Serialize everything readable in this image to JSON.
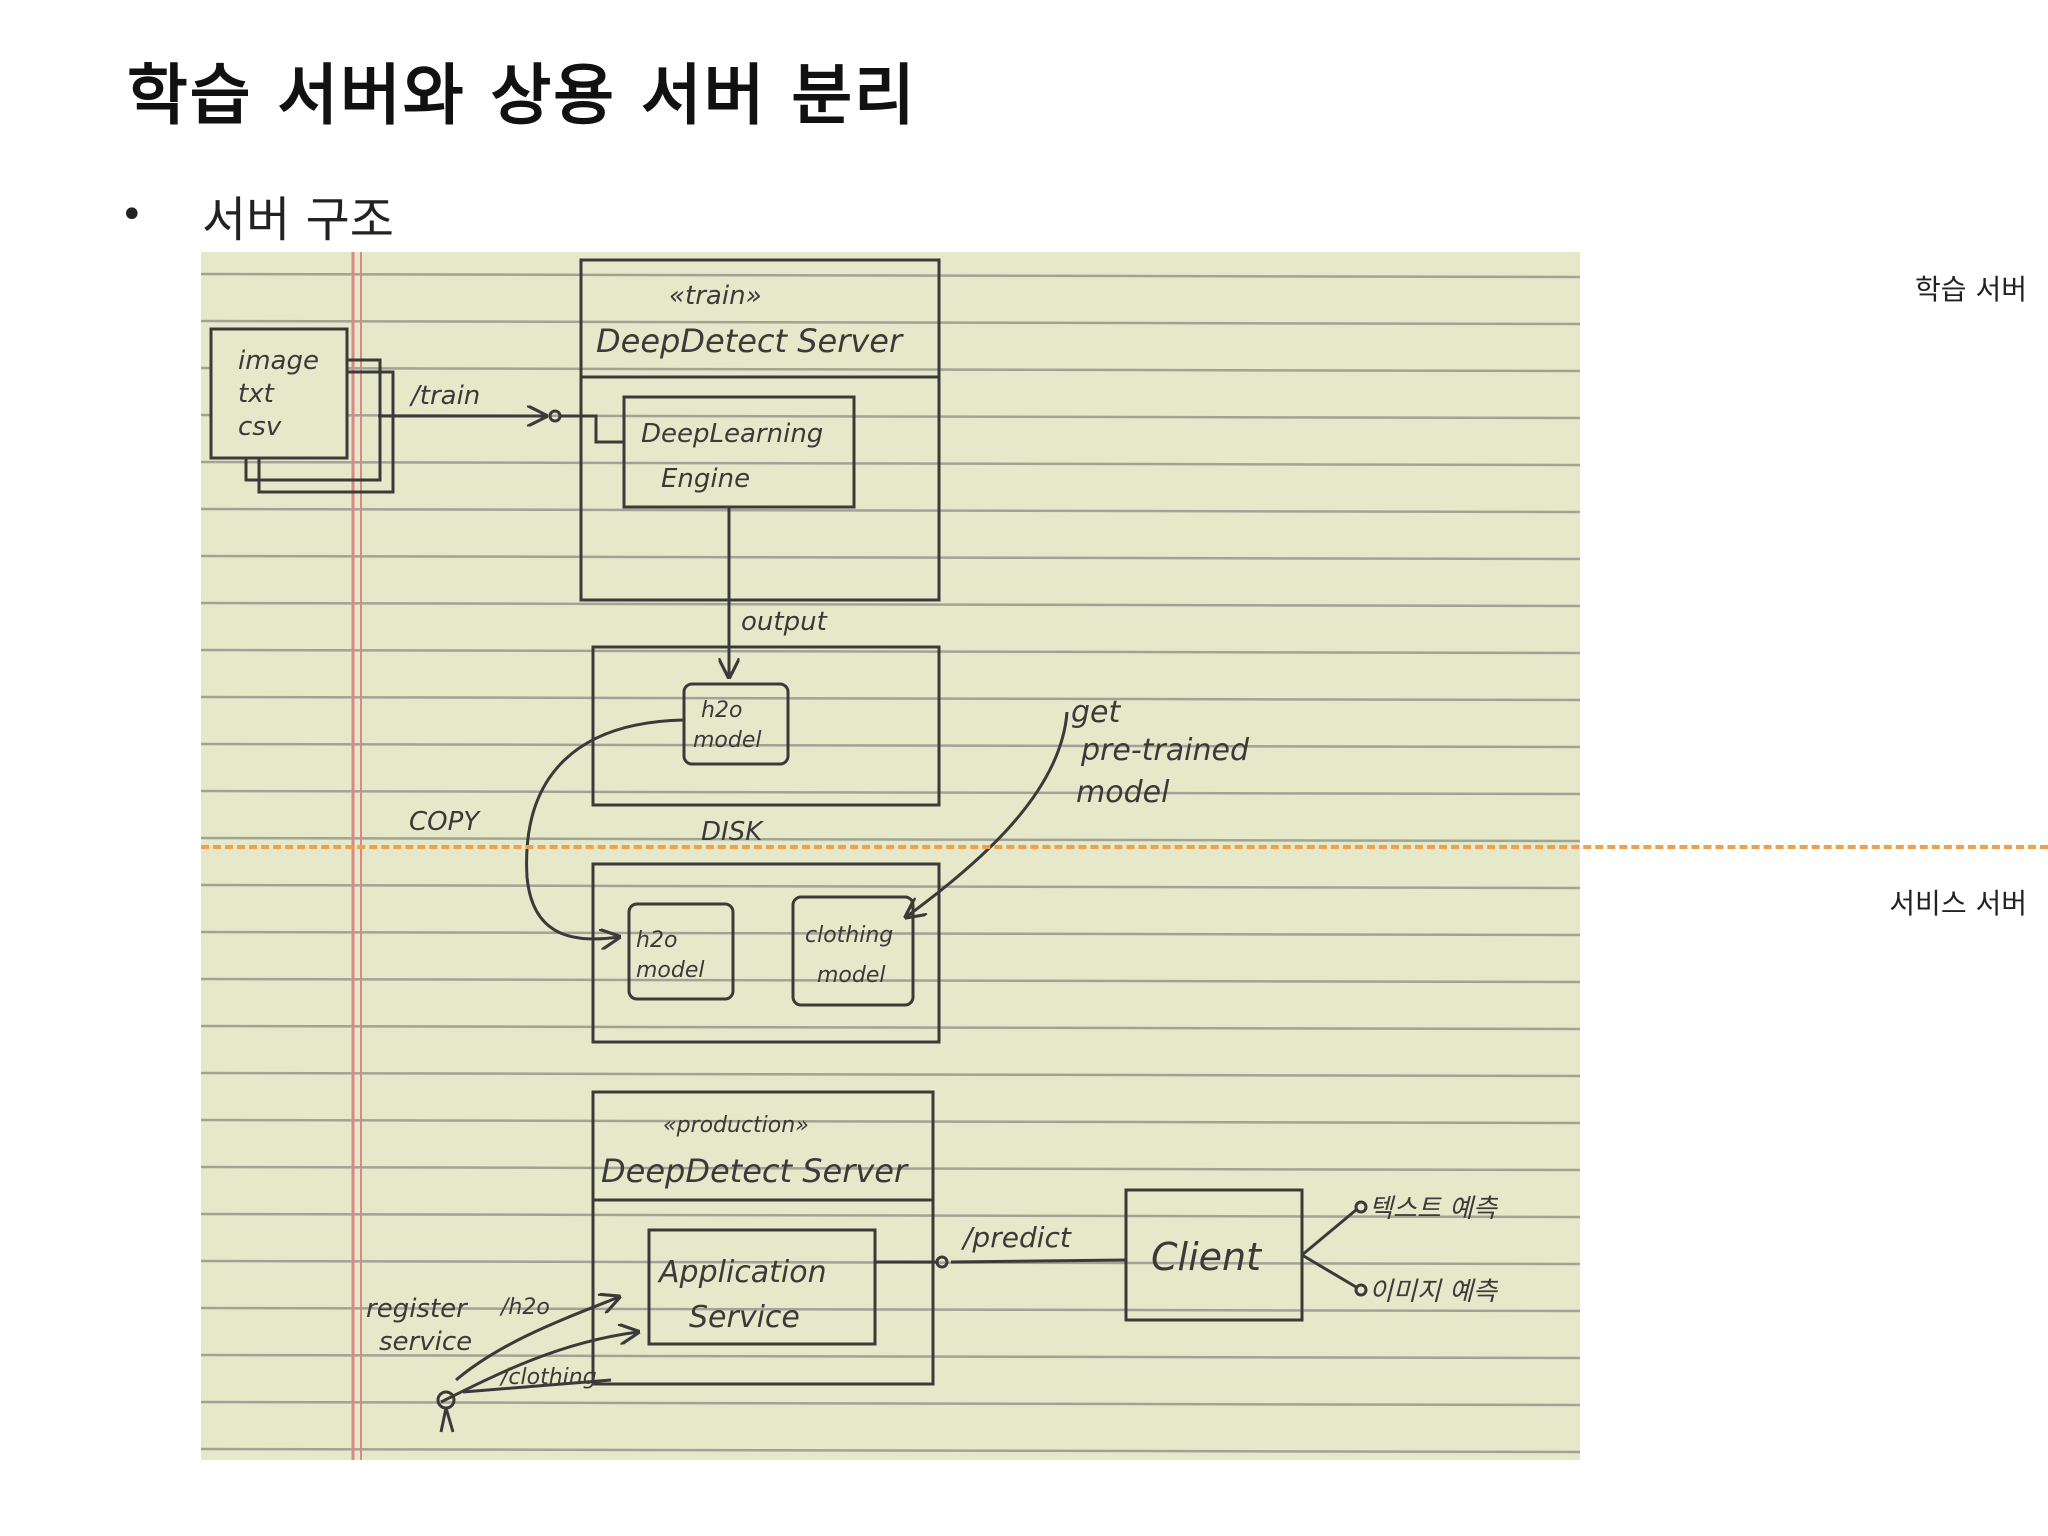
{
  "slide": {
    "title": "학습 서버와 상용 서버 분리",
    "bullet": "서버 구조"
  },
  "side_labels": {
    "train": "학습 서버",
    "service": "서비스 서버"
  },
  "colors": {
    "paper": "#e6e9c9",
    "rule_line": "#8b8c86",
    "margin_line": "#d98888",
    "ink": "#3a3a3a",
    "divider": "#f0a04a"
  },
  "sketch": {
    "input_doc": [
      "image",
      "txt",
      "csv"
    ],
    "train_stereotype": "«train»",
    "train_server": "DeepDetect Server",
    "train_call": "/train",
    "engine": [
      "DeepLearning",
      "Engine"
    ],
    "output": "output",
    "disk_model": [
      "h2o",
      "model"
    ],
    "disk": "DISK",
    "copy": "COPY",
    "pretrained": [
      "get",
      "pre-trained",
      "model"
    ],
    "svc_model_h2o": [
      "h2o",
      "model"
    ],
    "svc_model_clothing": [
      "clothing",
      "model"
    ],
    "prod_stereotype": "«production»",
    "prod_server": "DeepDetect Server",
    "app_service": [
      "Application",
      "Service"
    ],
    "predict": "/predict",
    "client": "Client",
    "client_out_1": "텍스트 예측",
    "client_out_2": "이미지 예측",
    "register": [
      "register",
      "service"
    ],
    "reg_h2o": "/h2o",
    "reg_clothing": "/clothing"
  }
}
